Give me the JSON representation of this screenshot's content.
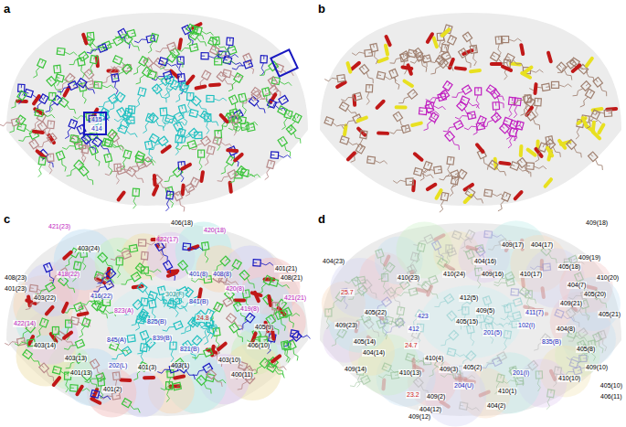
{
  "diagram": {
    "labels": [
      "a",
      "b",
      "c",
      "d",
      "415",
      "414",
      "421(23)",
      "403(24)",
      "406(18)",
      "422(17)",
      "420(18)",
      "401(21)",
      "408(21)",
      "421(21)",
      "408(23)",
      "401(23)",
      "403(22)",
      "418(22)",
      "416(22)",
      "422(14)",
      "403(14)",
      "403(13)",
      "401(13)",
      "401(2)",
      "823(A)",
      "845(A)",
      "202(L)",
      "401(3)",
      "303(F)",
      "841(B)",
      "825(B)",
      "839(B)",
      "821(B)",
      "403(1)",
      "401(8)",
      "408(8)",
      "420(8)",
      "419(8)",
      "405(9)",
      "406(10)",
      "403(10)",
      "400(11)",
      "24.8",
      "409(18)",
      "409(17)",
      "404(17)",
      "409(19)",
      "404(16)",
      "409(16)",
      "410(17)",
      "405(18)",
      "410(20)",
      "404(7)",
      "405(20)",
      "409(21)",
      "405(21)",
      "404(23)",
      "410(24)",
      "410(23)",
      "25.7",
      "405(22)",
      "409(23)",
      "412(5)",
      "409(5)",
      "405(15)",
      "423",
      "412",
      "411(7)",
      "201(5)",
      "102(I)",
      "404(8)",
      "835(B)",
      "405(8)",
      "405(14)",
      "404(14)",
      "24.7",
      "409(14)",
      "410(4)",
      "410(13)",
      "409(3)",
      "405(2)",
      "201(I)",
      "410(1)",
      "409(10)",
      "410(10)",
      "405(10)",
      "406(11)",
      "204(U)",
      "409(2)",
      "23.2",
      "404(12)",
      "409(12)",
      "404(2)"
    ]
  }
}
